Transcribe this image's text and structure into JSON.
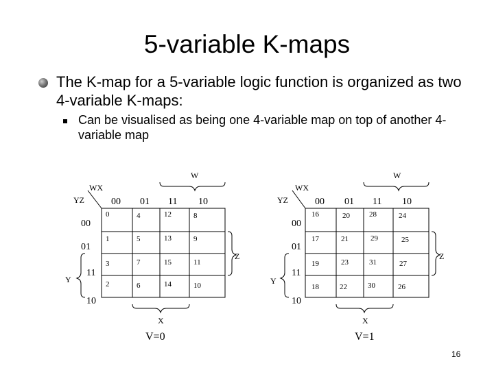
{
  "title": "5-variable K-maps",
  "bullet_main": "The K-map for a 5-variable logic function is organized as two 4-variable K-maps:",
  "bullet_sub": "Can be visualised as being one 4-variable map on top of another 4-variable map",
  "page_number": "16",
  "maps": [
    {
      "w_label": "W",
      "wx_label": "WX",
      "yz_label": "YZ",
      "col_headers": [
        "00",
        "01",
        "11",
        "10"
      ],
      "row_headers": [
        "00",
        "01",
        "11",
        "10"
      ],
      "cells": [
        [
          "0",
          "4",
          "12",
          "8"
        ],
        [
          "1",
          "5",
          "13",
          "9"
        ],
        [
          "3",
          "7",
          "15",
          "11"
        ],
        [
          "2",
          "6",
          "14",
          "10"
        ]
      ],
      "y_label": "Y",
      "z_label": "Z",
      "x_label": "X",
      "v_label": "V=0"
    },
    {
      "w_label": "W",
      "wx_label": "WX",
      "yz_label": "YZ",
      "col_headers": [
        "00",
        "01",
        "11",
        "10"
      ],
      "row_headers": [
        "00",
        "01",
        "11",
        "10"
      ],
      "cells": [
        [
          "16",
          "20",
          "28",
          "24"
        ],
        [
          "17",
          "21",
          "29",
          "25"
        ],
        [
          "19",
          "23",
          "31",
          "27"
        ],
        [
          "18",
          "22",
          "30",
          "26"
        ]
      ],
      "y_label": "Y",
      "z_label": "Z",
      "x_label": "X",
      "v_label": "V=1"
    }
  ]
}
